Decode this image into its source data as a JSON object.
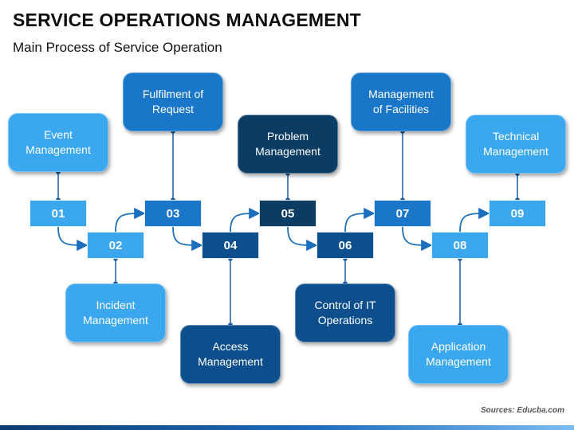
{
  "title": "SERVICE OPERATIONS MANAGEMENT",
  "subtitle": "Main Process of Service Operation",
  "colors": {
    "light": "#3aa7ef",
    "mid": "#1976c8",
    "dark": "#0d4f8c",
    "darkest": "#0a3c64"
  },
  "steps": [
    {
      "num": "01",
      "card": "Event\nManagement"
    },
    {
      "num": "02",
      "card": "Incident\nManagement"
    },
    {
      "num": "03",
      "card": "Fulfilment of\nRequest"
    },
    {
      "num": "04",
      "card": "Access\nManagement"
    },
    {
      "num": "05",
      "card": "Problem\nManagement"
    },
    {
      "num": "06",
      "card": "Control of IT\nOperations"
    },
    {
      "num": "07",
      "card": "Management\nof Facilities"
    },
    {
      "num": "08",
      "card": "Application\nManagement"
    },
    {
      "num": "09",
      "card": "Technical\nManagement"
    }
  ],
  "source": "Sources: Educba.com"
}
